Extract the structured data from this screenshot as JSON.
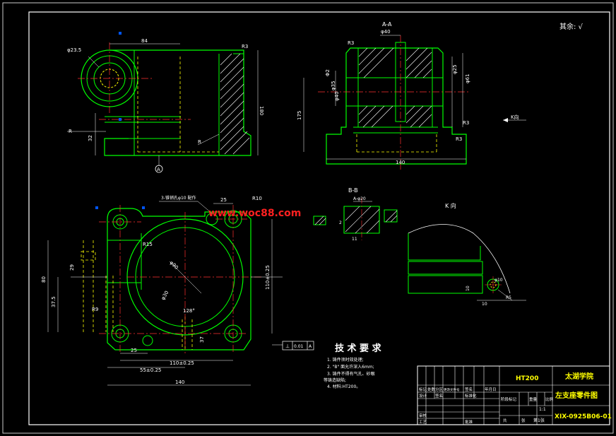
{
  "top_right_note": "其余: √",
  "section_a": {
    "title": "A-A",
    "dims": [
      "R3",
      "φ40",
      "Φ2",
      "φ35",
      "φ40",
      "φ25",
      "φ61",
      "175",
      "140",
      "R3",
      "R3"
    ]
  },
  "section_b": {
    "title": "B-B",
    "dims": [
      "A-φ20",
      "2",
      "11"
    ]
  },
  "view_k": {
    "arrow_label": "K向",
    "title": "K 向",
    "dims": [
      "φ10",
      "10",
      "10",
      "R5"
    ]
  },
  "front_view": {
    "dims": [
      "φ23.5",
      "84",
      "R3",
      "180",
      "R",
      "32",
      "R"
    ],
    "marker": "A"
  },
  "plan_view": {
    "dims": [
      "25",
      "R10",
      "R15",
      "φ90",
      "R9",
      "φ30",
      "128°",
      "25",
      "55±0.25",
      "110±0.25",
      "140",
      "80",
      "37.5",
      "110±0.25",
      "29",
      "37"
    ],
    "note": "3-锥销孔φ10 配作",
    "tolerance_frame": [
      "⊥",
      "0.01",
      "A"
    ]
  },
  "watermark": "www.woc88.com",
  "tech_req": {
    "title": "技 术 要 求",
    "items": [
      "1. 铸件须时效处理;",
      "2. \"B\" 面允许深入6mm;",
      "3. 铸件不得有气孔、砂眼",
      "等铸造缺陷;",
      "4. 材料:HT200。"
    ]
  },
  "title_block": {
    "material": "HT200",
    "school": "太湖学院",
    "part_name": "左支座零件图",
    "drawing_no": "XIX-0925B06-01",
    "scale": "1:1",
    "sheet": "第1张",
    "header_row": [
      "标记",
      "处数",
      "分区",
      "更改文件号",
      "签名",
      "年月日"
    ],
    "row2": [
      "设计",
      "签名",
      "标准化"
    ],
    "row3": [
      "审核",
      "工艺",
      "批准"
    ],
    "stage_labels": [
      "阶段标记",
      "重量",
      "比例"
    ],
    "bottom": [
      "共",
      "张"
    ]
  },
  "colors": {
    "background": "#000000",
    "outline": "#00ff00",
    "dimension": "#ffffff",
    "centerline": "#ff3030",
    "hidden": "#ffff00",
    "axis_marker": "#0055ff",
    "watermark": "#ff2020",
    "title_text": "#ffff00"
  }
}
